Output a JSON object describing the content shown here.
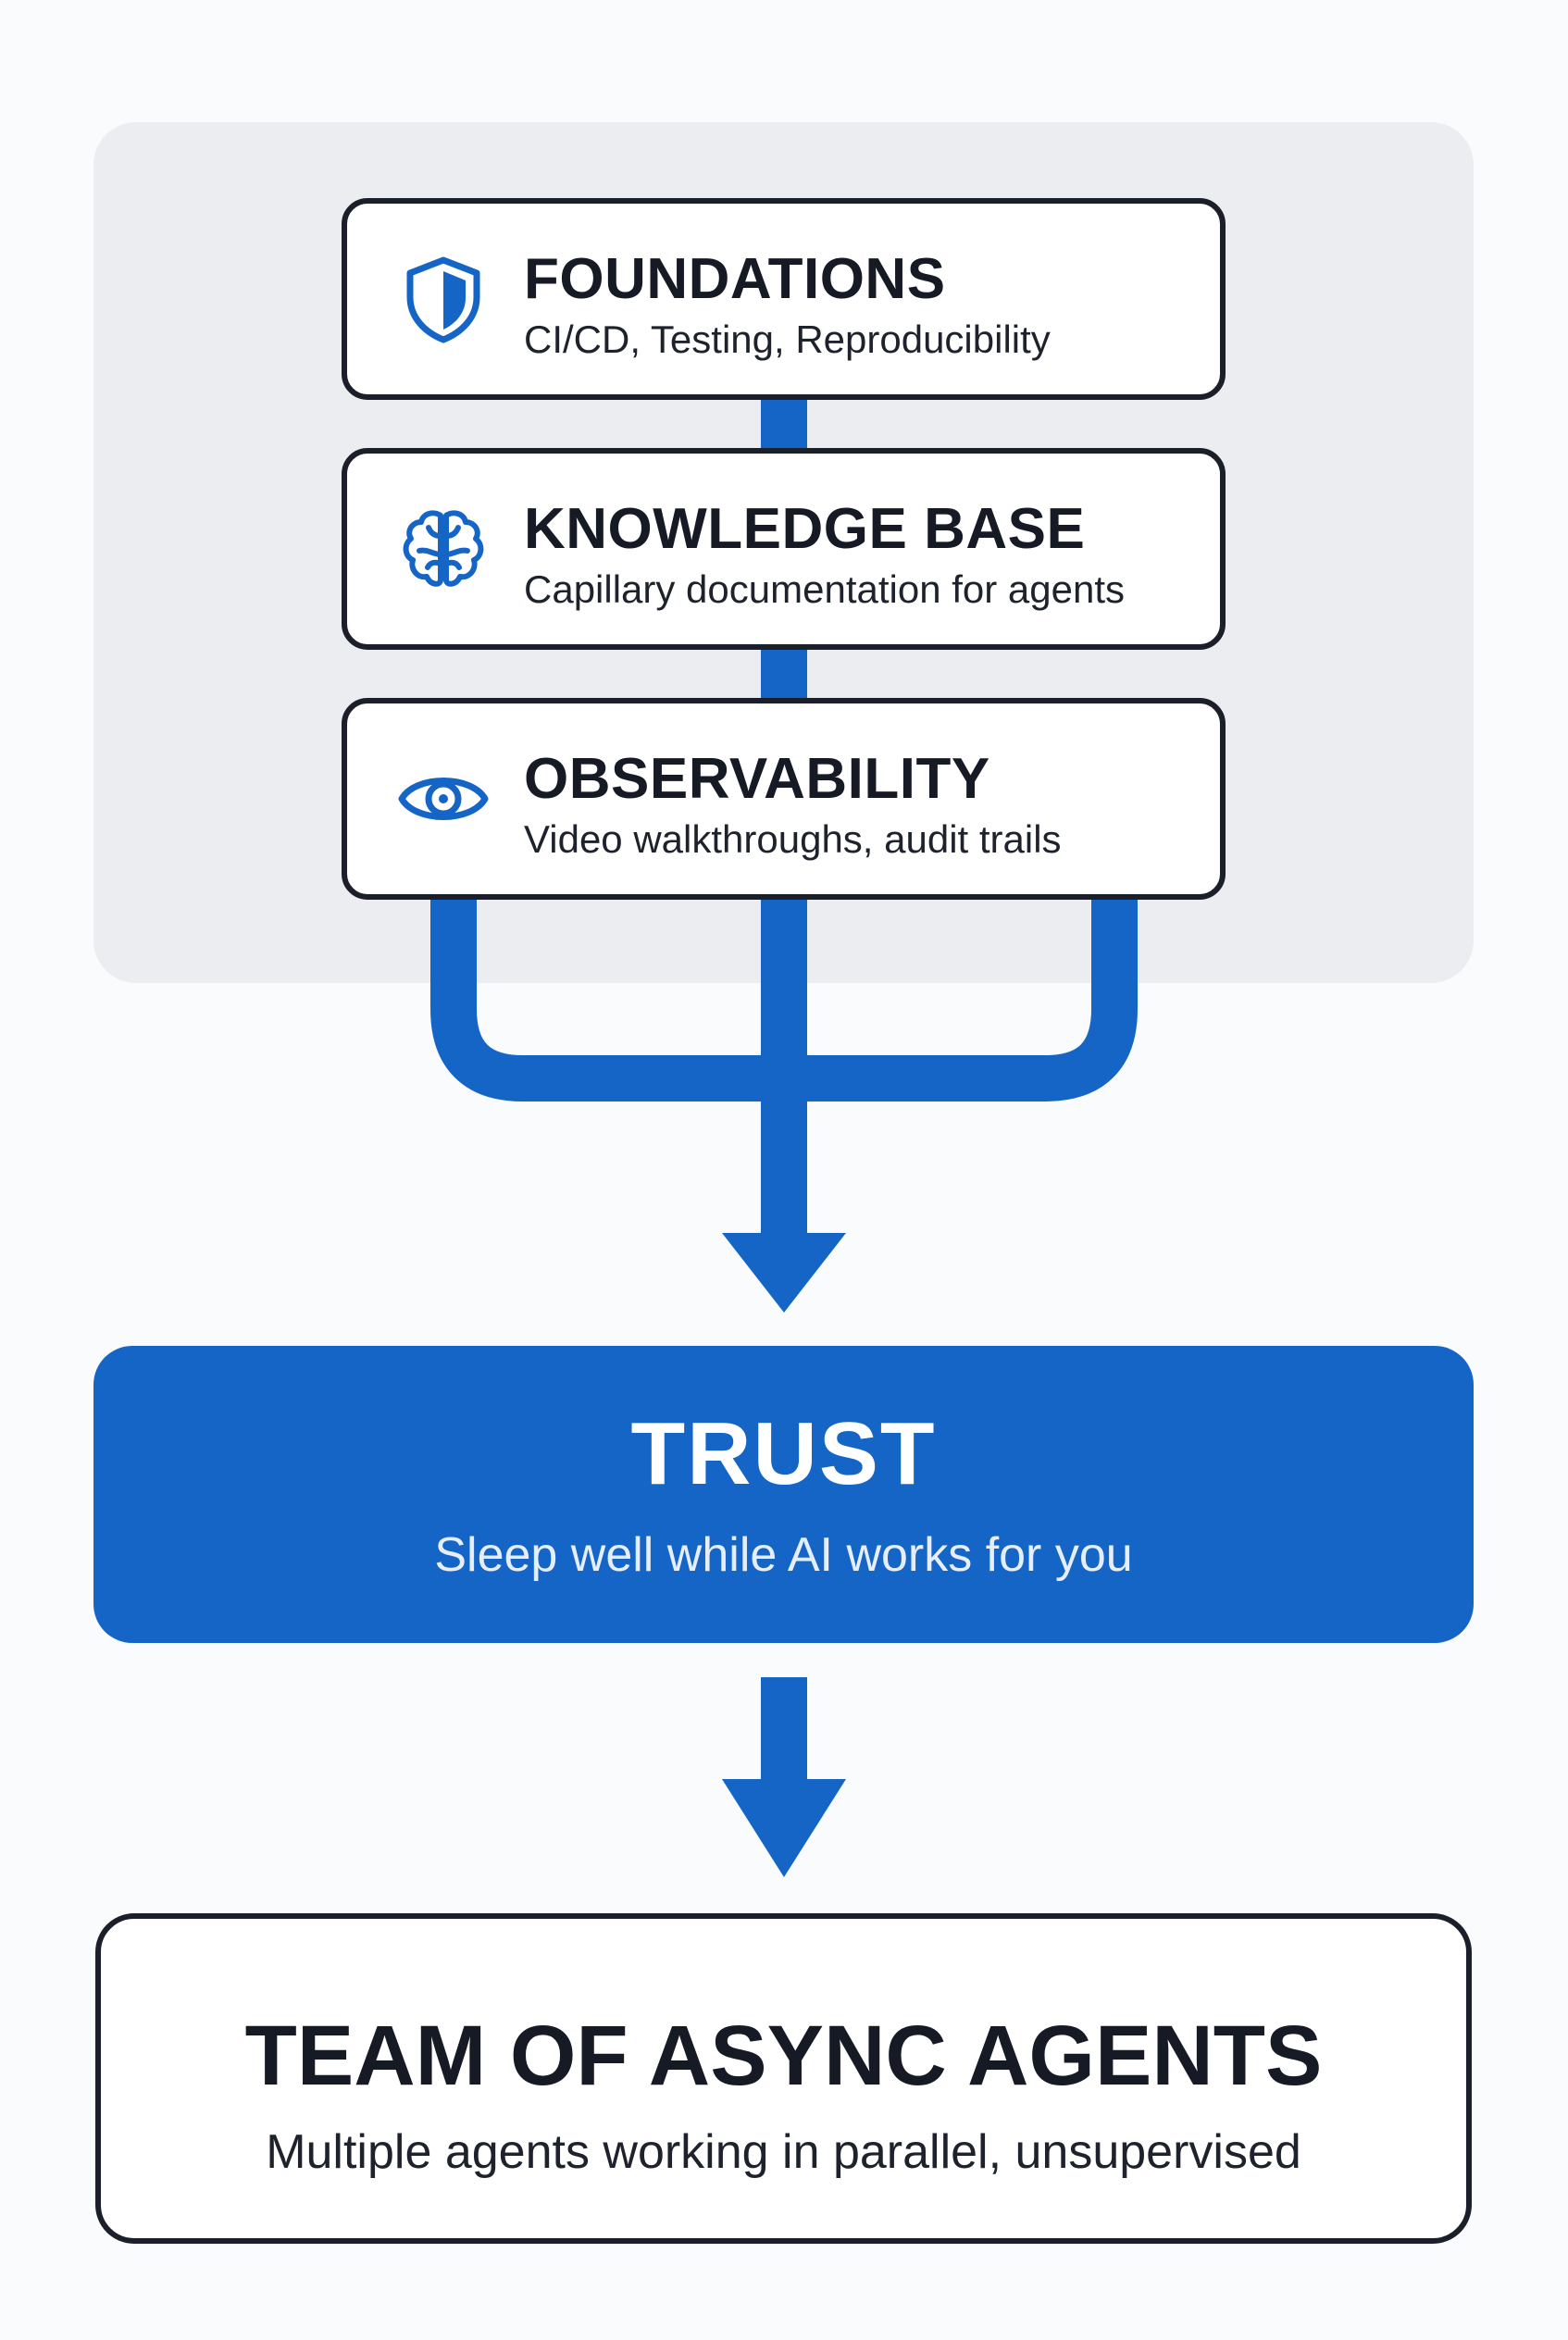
{
  "layers": [
    {
      "title": "FOUNDATIONS",
      "description": "CI/CD, Testing, Reproducibility",
      "icon": "shield-icon"
    },
    {
      "title": "KNOWLEDGE BASE",
      "description": "Capillary documentation for agents",
      "icon": "brain-icon"
    },
    {
      "title": "OBSERVABILITY",
      "description": "Video walkthroughs, audit trails",
      "icon": "eye-icon"
    }
  ],
  "trust": {
    "title": "TRUST",
    "subtitle": "Sleep well while AI works for you"
  },
  "outcome": {
    "title": "TEAM OF ASYNC AGENTS",
    "subtitle": "Multiple agents working in parallel, unsupervised"
  },
  "colors": {
    "accent": "#1565c7",
    "border": "#1b1f2a",
    "panel": "#ebedf1",
    "background": "#fafbfc"
  }
}
